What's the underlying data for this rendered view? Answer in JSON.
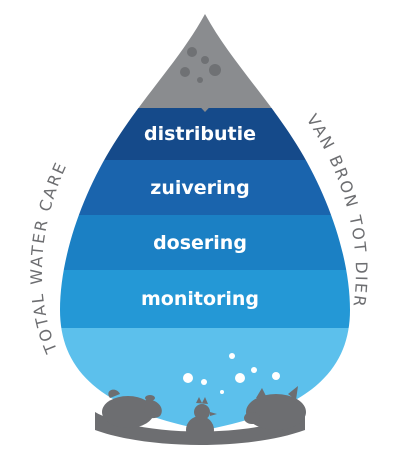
{
  "layers": [
    {
      "label": "distributie",
      "color": "#154a8a"
    },
    {
      "label": "zuivering",
      "color": "#1a64ad"
    },
    {
      "label": "dosering",
      "color": "#1b80c4"
    },
    {
      "label": "monitoring",
      "color": "#2498d6"
    }
  ],
  "bottom_color": "#5cc0ec",
  "top_color": "#8a8c8f",
  "ring_color": "#6d6e71",
  "left_arc_text": "TOTAL WATER CARE",
  "right_arc_text": "VAN BRON TOT DIER",
  "animals": [
    "sheep-icon",
    "chicken-icon",
    "pig-icon"
  ]
}
